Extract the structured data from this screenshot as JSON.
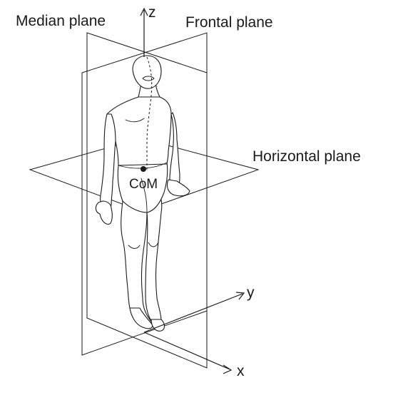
{
  "labels": {
    "median_plane": "Median plane",
    "frontal_plane": "Frontal plane",
    "horizontal_plane": "Horizontal plane",
    "com": "CoM",
    "axis_x": "x",
    "axis_y": "y",
    "axis_z": "z"
  },
  "colors": {
    "ink": "#1a1a1a",
    "background": "#ffffff"
  }
}
